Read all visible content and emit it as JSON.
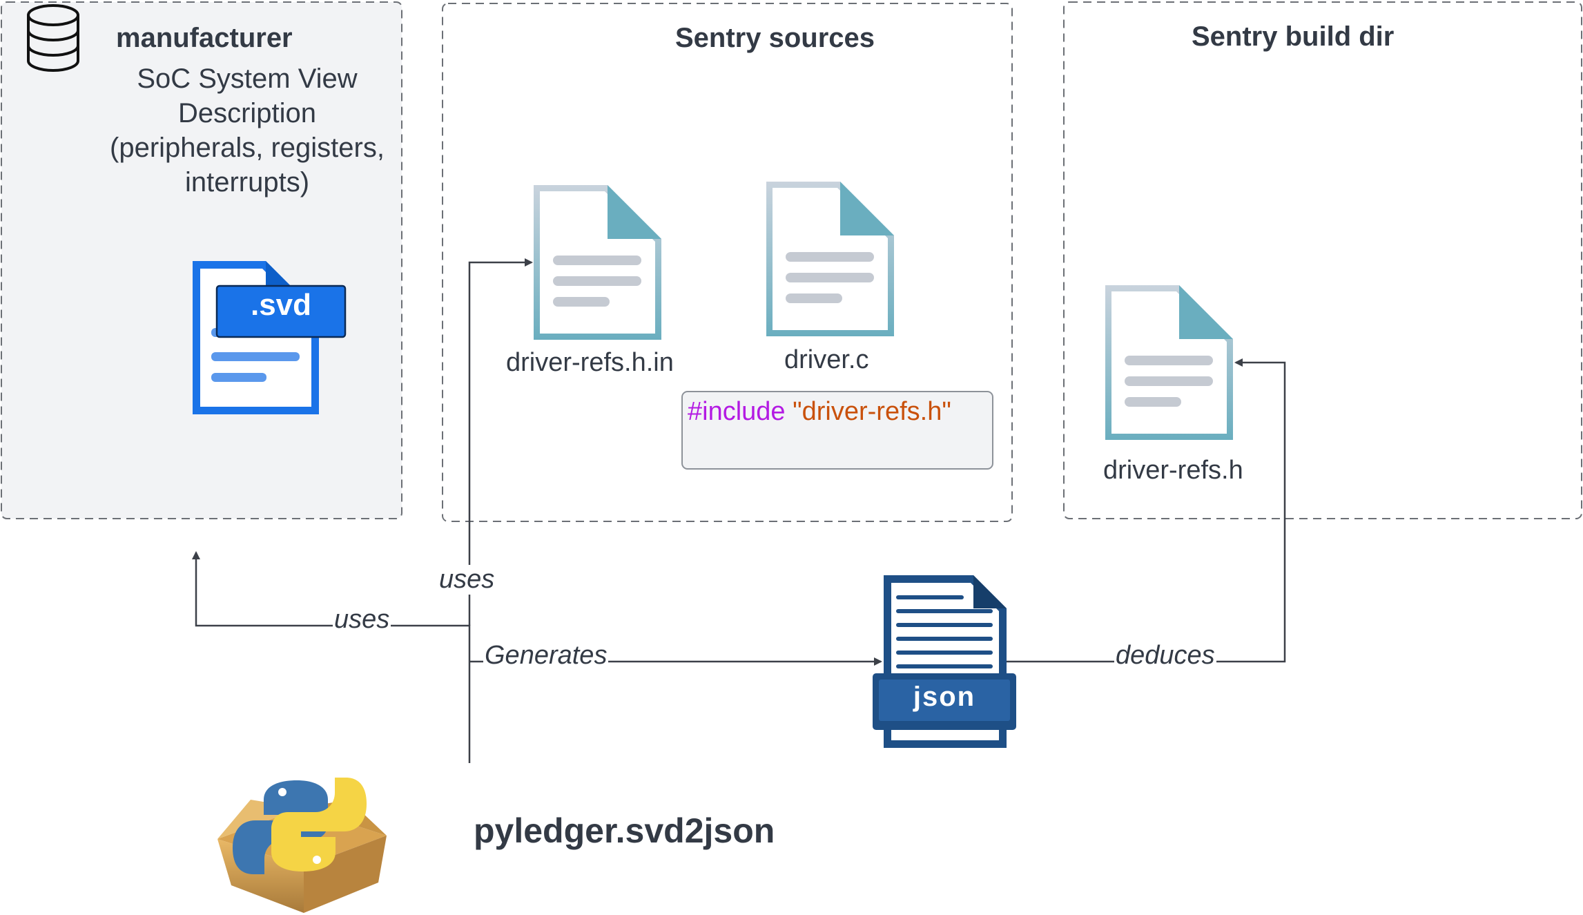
{
  "colors": {
    "container_border": "#6b6f75",
    "manufacturer_fill": "#f2f3f5",
    "file_icon_blue": "#1a73e8",
    "file_icon_teal": "#6aaebf",
    "json_icon_navy": "#1e4f86",
    "arrow": "#3c4048",
    "code_keyword": "#b31ae3",
    "code_string": "#c9510c"
  },
  "containers": {
    "manufacturer": {
      "title": "manufacturer",
      "description": "SoC System View Description (peripherals, registers, interrupts)",
      "icon": "database-icon"
    },
    "sentry_sources": {
      "title": "Sentry sources"
    },
    "sentry_build_dir": {
      "title": "Sentry build dir"
    }
  },
  "files": {
    "svd": {
      "badge": ".svd",
      "icon": "svd-file-icon"
    },
    "driver_refs_h_in": {
      "label": "driver-refs.h.in",
      "icon": "document-icon"
    },
    "driver_c": {
      "label": "driver.c",
      "icon": "document-icon"
    },
    "driver_refs_h": {
      "label": "driver-refs.h",
      "icon": "document-icon"
    },
    "json": {
      "badge": "json",
      "icon": "json-file-icon"
    }
  },
  "code_snippet": {
    "keyword": "#include",
    "string": "\"driver-refs.h\""
  },
  "edges": {
    "uses_svd": "uses",
    "uses_template": "uses",
    "generates": "Generates",
    "deduces": "deduces"
  },
  "tool": {
    "name": "pyledger.svd2json",
    "icon": "python-package-icon"
  }
}
